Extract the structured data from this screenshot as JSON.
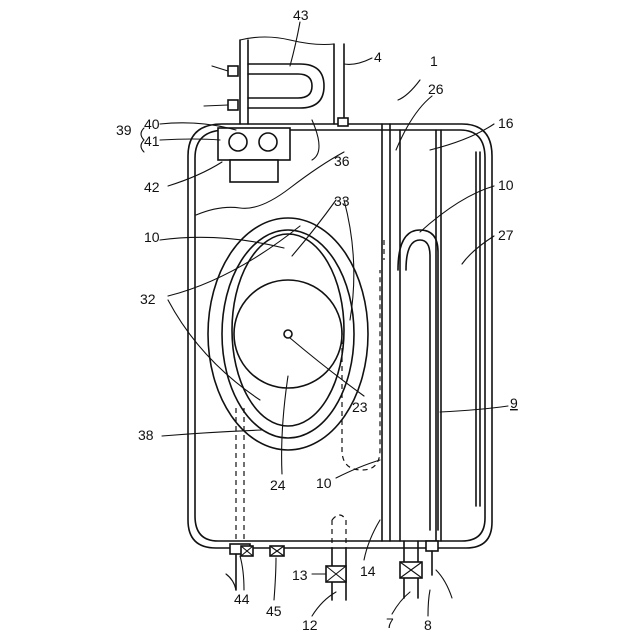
{
  "diagram": {
    "labels": {
      "l1": "1",
      "l4": "4",
      "l7": "7",
      "l8": "8",
      "l9": "9",
      "l10a": "10",
      "l10b": "10",
      "l10c": "10",
      "l12": "12",
      "l13": "13",
      "l14": "14",
      "l16": "16",
      "l23": "23",
      "l24": "24",
      "l26": "26",
      "l27": "27",
      "l32": "32",
      "l33": "33",
      "l36": "36",
      "l38": "38",
      "l39": "39",
      "l40": "40",
      "l41": "41",
      "l42": "42",
      "l43": "43",
      "l44": "44",
      "l45": "45"
    }
  }
}
